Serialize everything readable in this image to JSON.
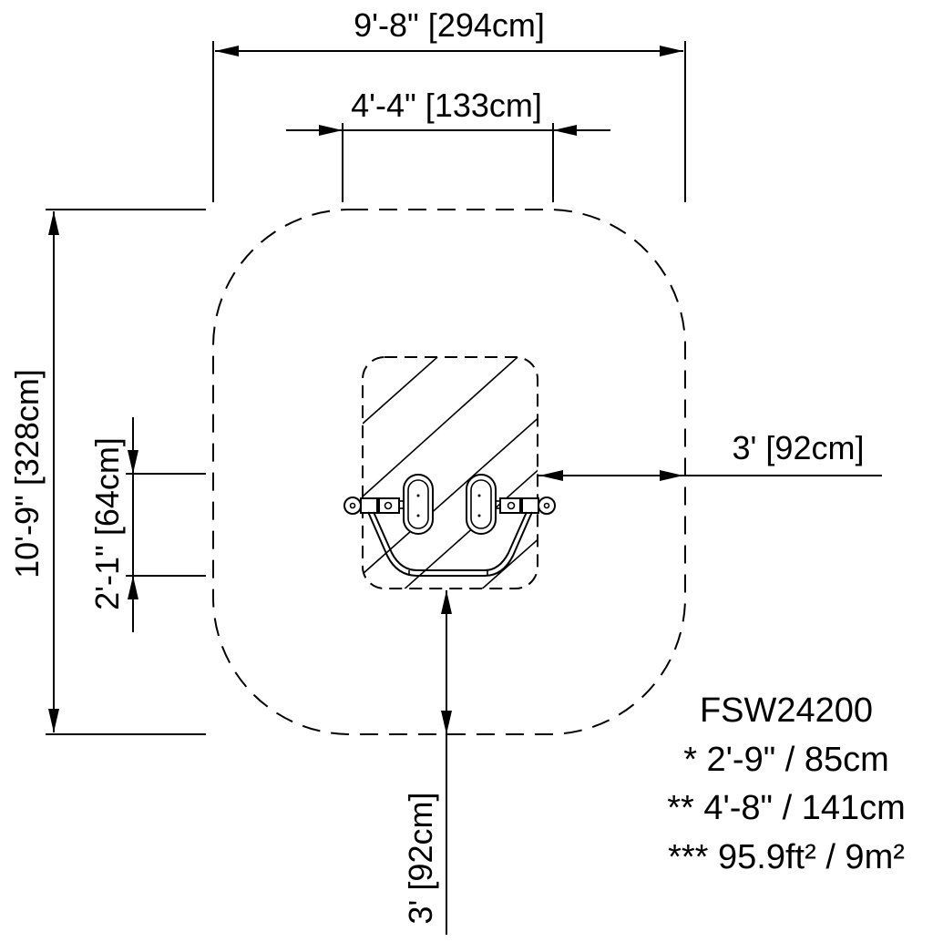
{
  "model": "FSW24200",
  "dimensions": {
    "overall_width": "9'-8\" [294cm]",
    "inner_width": "4'-4\" [133cm]",
    "overall_depth": "10'-9\" [328cm]",
    "side_offset": "2'-1\" [64cm]",
    "right_clearance": "3' [92cm]",
    "bottom_clearance": "3' [92cm]"
  },
  "notes": [
    "* 2'-9\" / 85cm",
    "** 4'-8\" / 141cm",
    "*** 95.9ft² / 9m²"
  ],
  "icons": {
    "equipment": "spring-rider-seat-icon"
  }
}
